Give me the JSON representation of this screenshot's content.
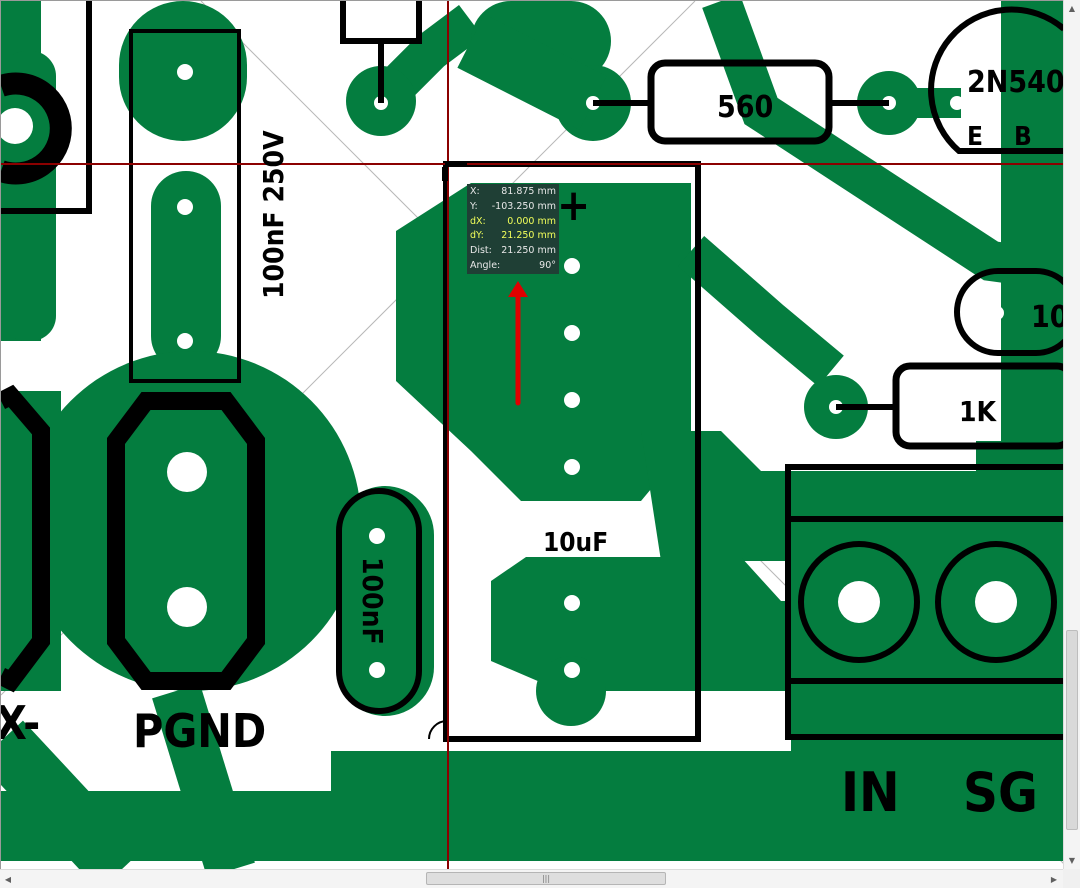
{
  "readout": {
    "x_label": "X:",
    "x_value": "81.875 mm",
    "y_label": "Y:",
    "y_value": "-103.250 mm",
    "dx_label": "dX:",
    "dx_value": "0.000 mm",
    "dy_label": "dY:",
    "dy_value": "21.250 mm",
    "dist_label": "Dist:",
    "dist_value": "21.250 mm",
    "angle_label": "Angle:",
    "angle_value": "90°"
  },
  "labels": {
    "cap_100nf_250v": "100nF 250V",
    "cap_100nf": "100nF",
    "cap_10uf": "10uF",
    "res_560": "560",
    "res_1k": "1K",
    "transistor": "2N540",
    "pin_e": "E",
    "pin_b": "B",
    "res_partial": "10",
    "pgnd": "PGND",
    "in": "IN",
    "sg": "SG",
    "partial_left": "X-",
    "plus": "+"
  },
  "colors": {
    "copper": "#047d3f",
    "silkscreen": "#000000",
    "crosshair": "#8b0000",
    "arrow": "#e00000",
    "readout_bg": "#1f3f35",
    "highlight": "#f2ff5a"
  },
  "scrollbars": {
    "h_thumb_glyph": "|||"
  }
}
